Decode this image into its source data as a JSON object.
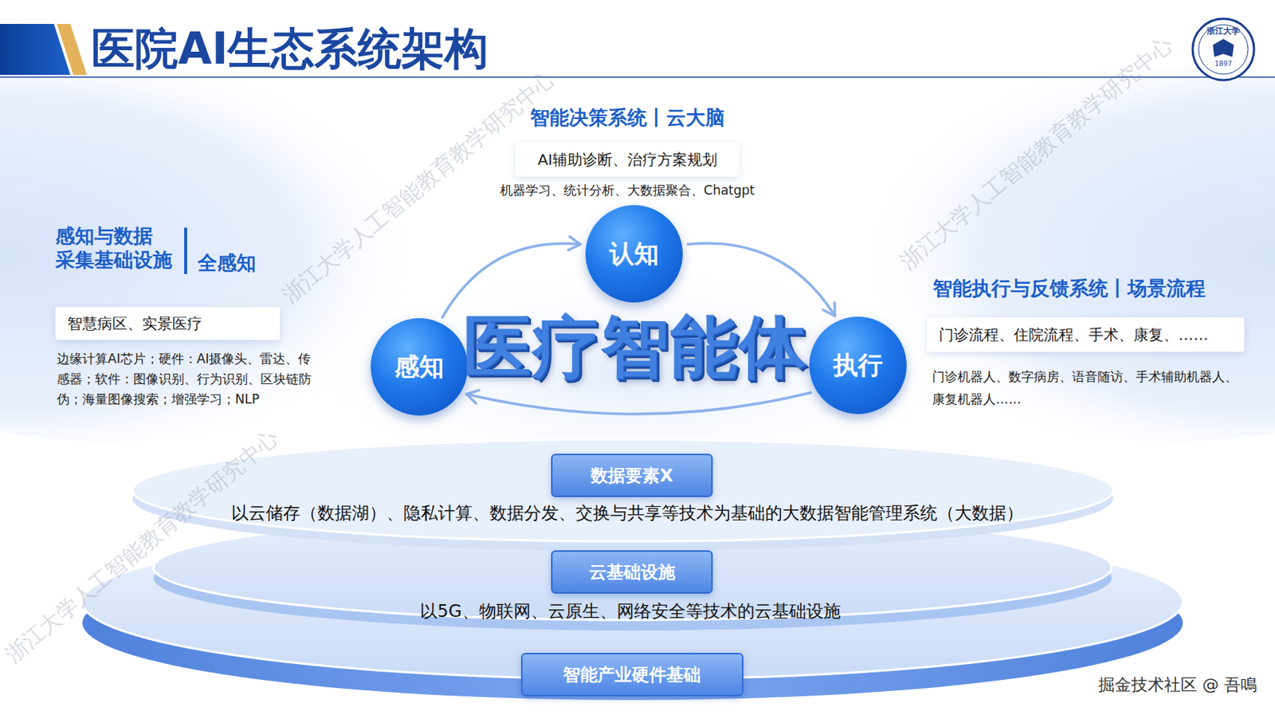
{
  "diagram": {
    "title": "医院AI生态系统架构",
    "nodes": [
      {
        "text": [
          "智能决策系统丨云大脑",
          "AI辅助诊断、治疗方案规划"
        ]
      },
      {
        "text": [
          "认知"
        ]
      },
      {
        "text": [
          "感知与数据 采集基础设施",
          "全感知",
          "智慧病区、实景医疗"
        ]
      },
      {
        "text": [
          "感知"
        ]
      },
      {
        "text": [
          "执行"
        ]
      },
      {
        "text": [
          "智能执行与反馈系统丨场景流程",
          "门诊流程、住院流程、手术、康复、……"
        ]
      },
      {
        "text": [
          "数据要素X"
        ]
      },
      {
        "text": [
          "云基础设施"
        ]
      },
      {
        "text": [
          "智能产业硬件基础"
        ]
      }
    ],
    "edges": [
      {
        "from": 3,
        "to": 1,
        "arrow": "to"
      },
      {
        "from": 1,
        "to": 4,
        "arrow": "to"
      },
      {
        "from": 4,
        "to": 3,
        "arrow": "to"
      }
    ],
    "labels": [
      "机器学习、统计分析、大数据聚合、Chatgpt",
      "边缘计算AI芯片；硬件：AI摄像头、雷达、传感器；软件：图像识别、行为识别、区块链防伪；海量图像搜索；增强学习；NLP",
      "医疗智能体",
      "门诊机器人、数字病房、语音随访、手术辅助机器人、康复机器人……",
      "以云储存（数据湖）、隐私计算、数据分发、交换与共享等技术为基础的大数据智能管理系统（大数据）",
      "以5G、物联网、云原生、网络安全等技术的云基础设施",
      "浙江大学人工智能教育教学研究中心",
      "浙江大学人工智能教育教学研究中心",
      "浙江大学人工智能教育教学研究中心",
      "掘金技术社区 @ 吾鳴",
      "浙江大学",
      "1897"
    ]
  }
}
